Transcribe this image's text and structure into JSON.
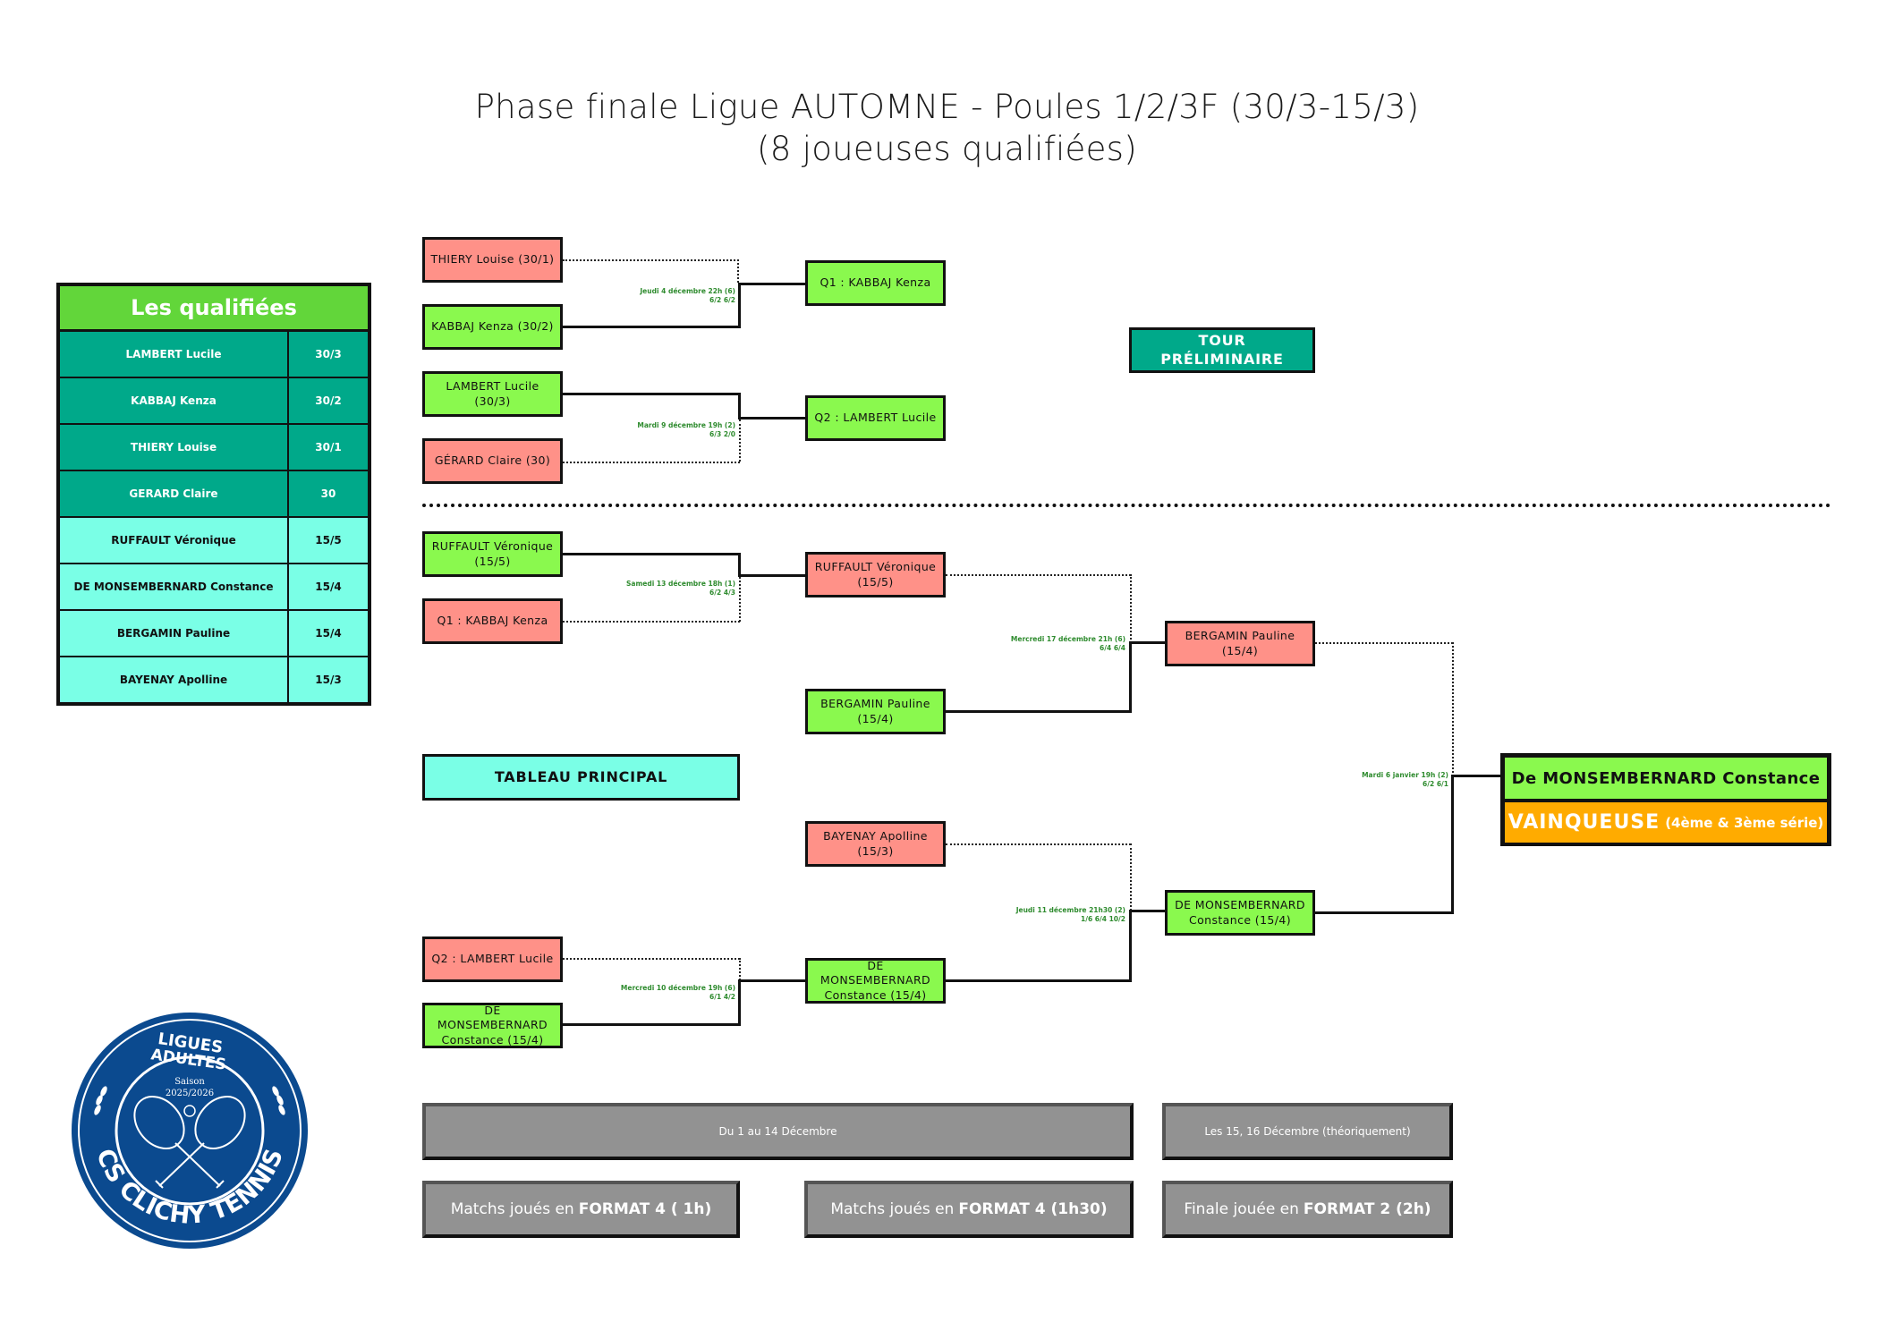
{
  "header": {
    "title_line1": "Phase finale Ligue AUTOMNE - Poules 1/2/3F (30/3-15/3)",
    "title_line2": "(8 joueuses qualifiées)"
  },
  "qualifiers": {
    "heading": "Les qualifiées",
    "rows": [
      {
        "name": "LAMBERT Lucile",
        "rank": "30/3",
        "group": "dark"
      },
      {
        "name": "KABBAJ Kenza",
        "rank": "30/2",
        "group": "dark"
      },
      {
        "name": "THIERY Louise",
        "rank": "30/1",
        "group": "dark"
      },
      {
        "name": "GERARD Claire",
        "rank": "30",
        "group": "dark"
      },
      {
        "name": "RUFFAULT Véronique",
        "rank": "15/5",
        "group": "light"
      },
      {
        "name": "DE MONSEMBERNARD Constance",
        "rank": "15/4",
        "group": "light"
      },
      {
        "name": "BERGAMIN Pauline",
        "rank": "15/4",
        "group": "light"
      },
      {
        "name": "BAYENAY Apolline",
        "rank": "15/3",
        "group": "light"
      }
    ]
  },
  "colors": {
    "winner_box": "#8af94e",
    "loser_box": "#ff9188",
    "qualifiers_header": "#62d63a",
    "dark_teal": "#00a98a",
    "light_cyan": "#7affe6",
    "trophy_orange": "#ffab00",
    "score_green": "#2e8b2e",
    "info_grey": "#929292",
    "logo_blue": "#0b4a8f"
  },
  "sections": {
    "preliminary": "TOUR PRÉLIMINAIRE",
    "main_draw": "TABLEAU PRINCIPAL"
  },
  "preliminary": {
    "match1": {
      "p1": "THIERY Louise (30/1)",
      "p2": "KABBAJ Kenza (30/2)",
      "date": "Jeudi 4 décembre 22h (6)",
      "score": "6/2 6/2",
      "winner": "Q1 : KABBAJ Kenza"
    },
    "match2": {
      "p1": "LAMBERT Lucile (30/3)",
      "p2": "GÉRARD Claire (30)",
      "date": "Mardi 9 décembre 19h (2)",
      "score": "6/3 2/0",
      "winner": "Q2 : LAMBERT Lucile"
    }
  },
  "main": {
    "r1_top": {
      "p1": "RUFFAULT Véronique (15/5)",
      "p2": "Q1 : KABBAJ Kenza",
      "date": "Samedi 13 décembre 18h (1)",
      "score": "6/2 4/3",
      "winner": "RUFFAULT Véronique (15/5)"
    },
    "seed_top": "BERGAMIN Pauline (15/4)",
    "seed_bottom": "BAYENAY Apolline (15/3)",
    "r1_bottom": {
      "p1": "Q2 : LAMBERT Lucile",
      "p2": "DE MONSEMBERNARD Constance (15/4)",
      "date": "Mercredi 10 décembre 19h (6)",
      "score": "6/1 4/2",
      "winner": "DE MONSEMBERNARD Constance (15/4)"
    },
    "semi_top": {
      "date": "Mercredi 17 décembre 21h (6)",
      "score": "6/4 6/4",
      "winner": "BERGAMIN Pauline (15/4)"
    },
    "semi_bottom": {
      "date": "Jeudi 11 décembre 21h30 (2)",
      "score": "1/6 6/4 10/2",
      "winner": "DE MONSEMBERNARD Constance (15/4)"
    },
    "final": {
      "date": "Mardi 6 janvier 19h (2)",
      "score": "6/2 6/1",
      "champion": "De MONSEMBERNARD Constance",
      "title": "VAINQUEUSE",
      "subtitle": "(4ème & 3ème série)"
    }
  },
  "schedule": {
    "period1": "Du 1 au 14 Décembre",
    "period2": "Les 15, 16 Décembre (théoriquement)",
    "format1_prefix": "Matchs joués en",
    "format1_bold": "FORMAT 4 ( 1h)",
    "format2_prefix": "Matchs joués en",
    "format2_bold": "FORMAT 4 (1h30)",
    "format3_prefix": "Finale jouée en",
    "format3_bold": "FORMAT 2 (2h)"
  },
  "logo": {
    "top_text_1": "LIGUES",
    "top_text_2": "ADULTES",
    "season_label": "Saison",
    "season": "2025/2026",
    "bottom_text": "CS CLICHY TENNIS"
  }
}
